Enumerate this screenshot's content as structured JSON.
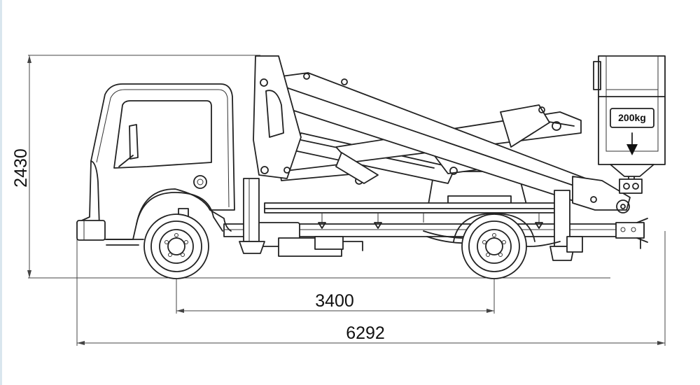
{
  "dimensions": {
    "height": "2430",
    "wheelbase": "3400",
    "length": "6292"
  },
  "basket": {
    "load_label": "200kg"
  }
}
